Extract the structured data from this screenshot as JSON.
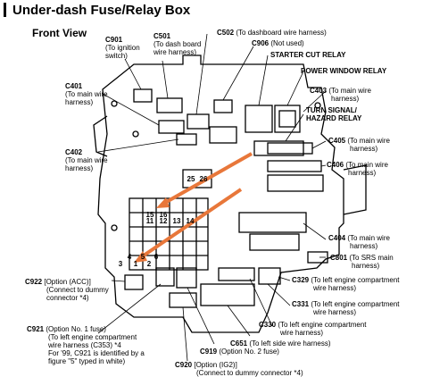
{
  "title": "Under-dash Fuse/Relay Box",
  "subtitle": "Front View",
  "fuse_numbers": [
    "1",
    "2",
    "3",
    "4",
    "5",
    "6",
    "11",
    "12",
    "13",
    "14",
    "15",
    "16",
    "25",
    "26"
  ],
  "connectors": [
    {
      "id": "C901",
      "desc": "(To ignition switch)"
    },
    {
      "id": "C501",
      "desc": "(To dash board wire harness)"
    },
    {
      "id": "C502",
      "desc": "(To dashboard wire harness)"
    },
    {
      "id": "C906",
      "desc": "(Not used)"
    },
    {
      "id": "C401",
      "desc": "(To main wire harness)"
    },
    {
      "id": "C403",
      "desc": "(To main wire harness)"
    },
    {
      "id": "C402",
      "desc": "(To main wire harness)"
    },
    {
      "id": "C405",
      "desc": "(To main wire harness)"
    },
    {
      "id": "C406",
      "desc": "(To main wire harness)"
    },
    {
      "id": "C404",
      "desc": "(To main wire harness)"
    },
    {
      "id": "C801",
      "desc": "(To SRS main harness)"
    },
    {
      "id": "C922",
      "desc": "[Option (ACC)] (Connect to dummy connector *4)"
    },
    {
      "id": "C329",
      "desc": "(To left engine compartment wire harness)"
    },
    {
      "id": "C331",
      "desc": "(To left engine compartment wire harness)"
    },
    {
      "id": "C330",
      "desc": "(To left engine compartment wire harness)"
    },
    {
      "id": "C651",
      "desc": "(To left side wire harness)"
    },
    {
      "id": "C921",
      "desc": "(Option No. 1 fuse) (To left engine compartment wire harness (C353) *4 For '99, C921 is identified by a figure \"5\" typed in white)"
    },
    {
      "id": "C919",
      "desc": "(Option No. 2 fuse)"
    },
    {
      "id": "C920",
      "desc": "[Option (IG2)] (Connect to dummy connector *4)"
    }
  ],
  "relays": [
    "STARTER CUT RELAY",
    "POWER WINDOW RELAY",
    "TURN SIGNAL/ HAZARD RELAY"
  ],
  "text": {
    "c901_code": "C901",
    "c901_l1": "(To ignition",
    "c901_l2": "switch)",
    "c501_code": "C501",
    "c501_l1": "(To dash board",
    "c501_l2": "wire harness)",
    "c502_code": "C502",
    "c502_l1": "(To dashboard wire harness)",
    "c906_code": "C906",
    "c906_l1": "(Not used)",
    "starter": "STARTER CUT RELAY",
    "pwr": "POWER WINDOW RELAY",
    "c401_code": "C401",
    "c401_l1": "(To main wire",
    "c401_l2": "harness)",
    "c403_code": "C403",
    "c403_l1": "(To main wire",
    "c403_l2": "harness)",
    "turn1": "TURN SIGNAL/",
    "turn2": "HAZARD RELAY",
    "c402_code": "C402",
    "c402_l1": "(To main wire",
    "c402_l2": "harness)",
    "c405_code": "C405",
    "c405_l1": "(To main wire",
    "c405_l2": "harness)",
    "c406_code": "C406",
    "c406_l1": "(To main wire",
    "c406_l2": "harness)",
    "c404_code": "C404",
    "c404_l1": "(To main wire",
    "c404_l2": "harness)",
    "c801_code": "C801",
    "c801_l1": "(To SRS main",
    "c801_l2": "harness)",
    "c922_code": "C922",
    "c922_l1": "[Option (ACC)]",
    "c922_l2": "(Connect to dummy",
    "c922_l3": "connector *4)",
    "c329_code": "C329",
    "c329_l1": "(To left engine compartment",
    "c329_l2": "wire harness)",
    "c331_code": "C331",
    "c331_l1": "(To left engine compartment",
    "c331_l2": "wire harness)",
    "c330_code": "C330",
    "c330_l1": "(To left engine compartment",
    "c330_l2": "wire harness)",
    "c651_code": "C651",
    "c651_l1": "(To left side wire harness)",
    "c921_code": "C921",
    "c921_l1": "(Option No. 1 fuse)",
    "c921_l2": "(To left engine compartment",
    "c921_l3": "wire harness (C353) *4",
    "c921_l4": "For '99, C921 is identified by a",
    "c921_l5": "figure \"5\" typed in white)",
    "c919_code": "C919",
    "c919_l1": "(Option No. 2 fuse)",
    "c920_code": "C920",
    "c920_l1": "[Option (IG2)]",
    "c920_l2": "(Connect to dummy connector *4)"
  },
  "arrow_color": "#e8773a"
}
